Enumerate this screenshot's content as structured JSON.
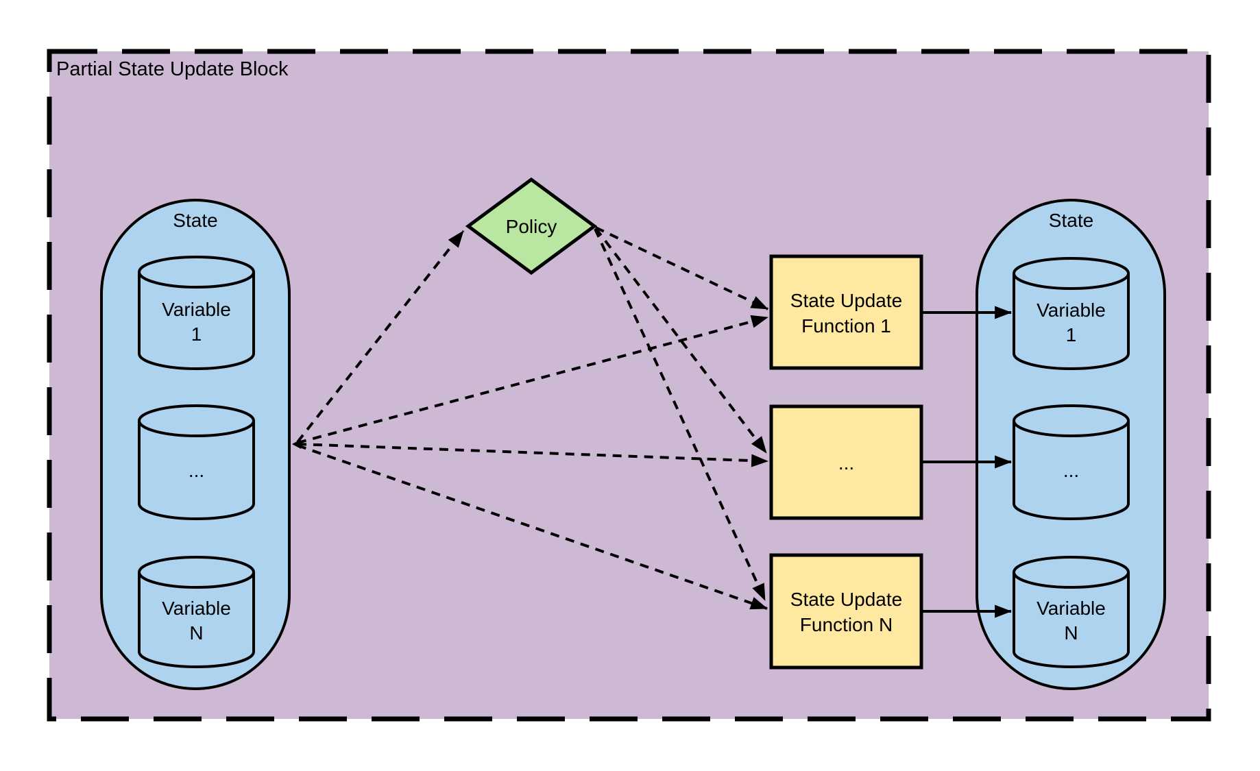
{
  "diagram": {
    "title": "Partial State Update Block"
  },
  "colors": {
    "canvas": "#FFFFFF",
    "container_fill": "#CDB9D4",
    "state_fill": "#ADD3EE",
    "policy_fill": "#B9E6A0",
    "function_fill": "#FFE9A0",
    "stroke": "#000000"
  },
  "left_state": {
    "label": "State",
    "variables": [
      {
        "line1": "Variable",
        "line2": "1"
      },
      {
        "line1": "..."
      },
      {
        "line1": "Variable",
        "line2": "N"
      }
    ]
  },
  "policy": {
    "label": "Policy"
  },
  "functions": [
    {
      "line1": "State Update",
      "line2": "Function 1"
    },
    {
      "line1": "..."
    },
    {
      "line1": "State Update",
      "line2": "Function N"
    }
  ],
  "right_state": {
    "label": "State",
    "variables": [
      {
        "line1": "Variable",
        "line2": "1"
      },
      {
        "line1": "..."
      },
      {
        "line1": "Variable",
        "line2": "N"
      }
    ]
  }
}
